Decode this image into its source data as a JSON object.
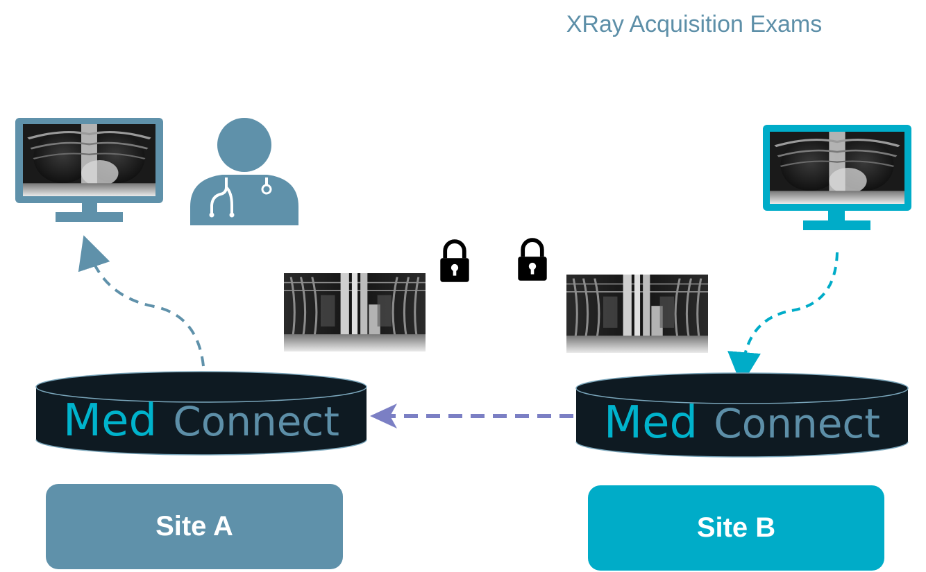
{
  "diagram": {
    "title": "XRay Acquisition Exams",
    "colors": {
      "site_a": "#5f91aa",
      "site_b": "#00acc8",
      "arrow_sync": "#7b7fc4",
      "disk_body": "#0e1a22",
      "lock": "#000000"
    },
    "sites": [
      {
        "id": "a",
        "label": "Site A",
        "color": "#5f91aa",
        "icon": "monitor-icon"
      },
      {
        "id": "b",
        "label": "Site B",
        "color": "#00acc8",
        "icon": "monitor-icon"
      }
    ],
    "storage": [
      {
        "site": "a",
        "word1": "Med",
        "word2": "Connect",
        "word1_color": "#00b3cc",
        "word2_color": "#5d8fa8"
      },
      {
        "site": "b",
        "word1": "Med",
        "word2": "Connect",
        "word1_color": "#00b3cc",
        "word2_color": "#5d8fa8"
      }
    ],
    "icons": [
      "monitor-icon",
      "doctor-icon",
      "lock-icon",
      "xray-image-icon"
    ],
    "flows": [
      {
        "from": "site-b-monitor",
        "to": "site-b-storage",
        "style": "dashed"
      },
      {
        "from": "site-b-storage",
        "to": "site-a-storage",
        "style": "dashed"
      },
      {
        "from": "site-a-storage",
        "to": "site-a-monitor",
        "style": "dashed"
      }
    ]
  }
}
